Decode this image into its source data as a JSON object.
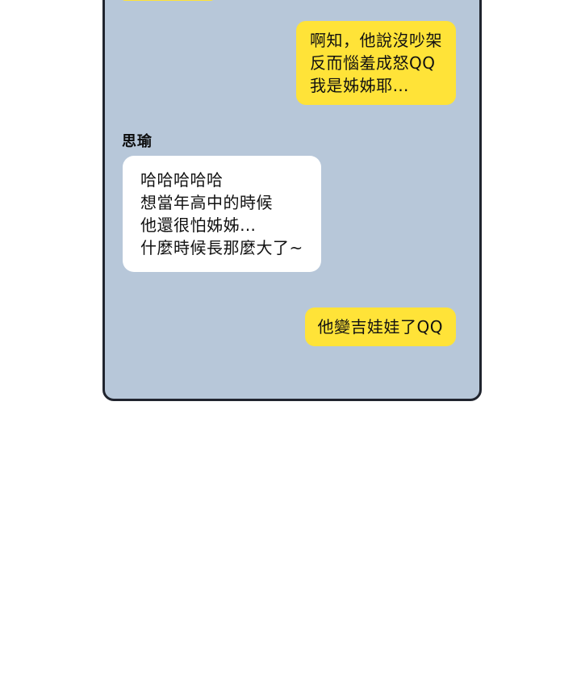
{
  "chat": {
    "sender_name": "思瑜",
    "messages": [
      {
        "side": "right",
        "bubble_color": "yellow",
        "lines": [
          "啊知，他說沒吵架",
          "反而惱羞成怒QQ",
          "我是姊姊耶…"
        ]
      },
      {
        "side": "left",
        "bubble_color": "white",
        "lines": [
          "哈哈哈哈哈",
          "想當年高中的時候",
          "他還很怕姊姊…",
          "什麼時候長那麼大了~"
        ]
      },
      {
        "side": "right",
        "bubble_color": "yellow",
        "lines": [
          "他變吉娃娃了QQ"
        ]
      }
    ],
    "colors": {
      "panel_bg": "#b7c7d9",
      "bubble_yellow": "#ffe338",
      "bubble_white": "#ffffff",
      "border": "#20242e"
    }
  }
}
